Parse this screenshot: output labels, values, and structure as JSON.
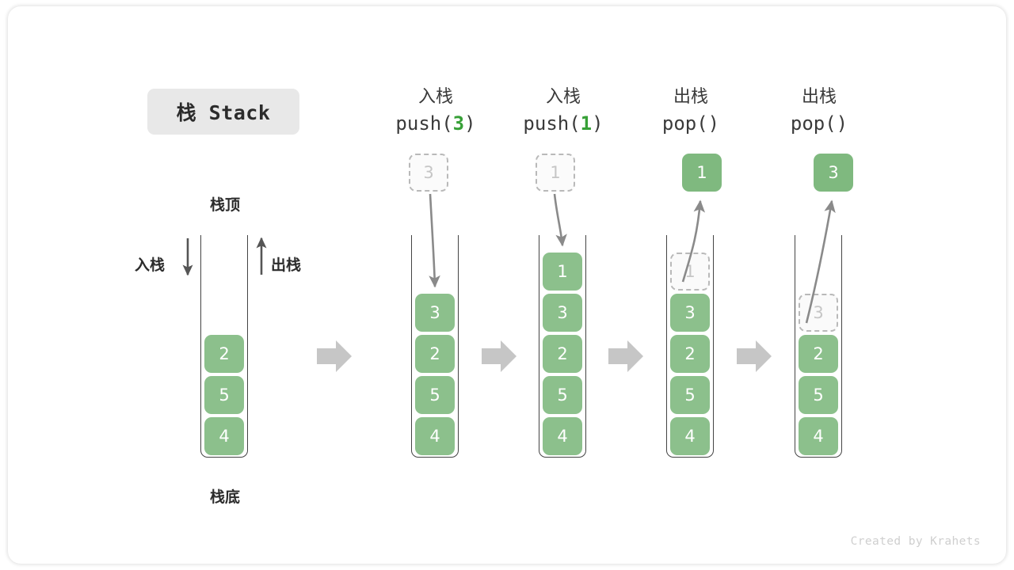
{
  "title": {
    "text": "栈 Stack"
  },
  "labels": {
    "top": "栈顶",
    "bottom": "栈底",
    "push_side": "入栈",
    "pop_side": "出栈"
  },
  "watermark": "Created by Krahets",
  "colors": {
    "cell_green": "#8cc08c",
    "float_green": "#7fb97f",
    "ghost_border": "#b9b9b9",
    "ghost_text": "#c6c6c6",
    "arrow_gray": "#8a8a8a",
    "step_arrow_gray": "#c6c6c6",
    "stack_border": "#444444",
    "text_dark": "#2b2b2b",
    "accent_green": "#37a037",
    "chip_bg": "#e8e8e8"
  },
  "columns": [
    {
      "id": "initial",
      "caption_cn": "",
      "caption_code": "",
      "code_prefix": "",
      "code_arg": "",
      "code_suffix": "",
      "cells": [
        {
          "value": "2",
          "state": "solid"
        },
        {
          "value": "5",
          "state": "solid"
        },
        {
          "value": "4",
          "state": "solid"
        }
      ],
      "float": null
    },
    {
      "id": "push-3",
      "caption_cn": "入栈",
      "code_prefix": "push(",
      "code_arg": "3",
      "code_suffix": ")",
      "cells": [
        {
          "value": "3",
          "state": "solid"
        },
        {
          "value": "2",
          "state": "solid"
        },
        {
          "value": "5",
          "state": "solid"
        },
        {
          "value": "4",
          "state": "solid"
        }
      ],
      "float": {
        "value": "3",
        "state": "ghost",
        "direction": "in"
      }
    },
    {
      "id": "push-1",
      "caption_cn": "入栈",
      "code_prefix": "push(",
      "code_arg": "1",
      "code_suffix": ")",
      "cells": [
        {
          "value": "1",
          "state": "solid"
        },
        {
          "value": "3",
          "state": "solid"
        },
        {
          "value": "2",
          "state": "solid"
        },
        {
          "value": "5",
          "state": "solid"
        },
        {
          "value": "4",
          "state": "solid"
        }
      ],
      "float": {
        "value": "1",
        "state": "ghost",
        "direction": "in"
      }
    },
    {
      "id": "pop-1",
      "caption_cn": "出栈",
      "code_prefix": "pop(",
      "code_arg": "",
      "code_suffix": ")",
      "cells": [
        {
          "value": "1",
          "state": "ghost"
        },
        {
          "value": "3",
          "state": "solid"
        },
        {
          "value": "2",
          "state": "solid"
        },
        {
          "value": "5",
          "state": "solid"
        },
        {
          "value": "4",
          "state": "solid"
        }
      ],
      "float": {
        "value": "1",
        "state": "solid",
        "direction": "out"
      }
    },
    {
      "id": "pop-2",
      "caption_cn": "出栈",
      "code_prefix": "pop(",
      "code_arg": "",
      "code_suffix": ")",
      "cells": [
        {
          "value": "3",
          "state": "ghost"
        },
        {
          "value": "2",
          "state": "solid"
        },
        {
          "value": "5",
          "state": "solid"
        },
        {
          "value": "4",
          "state": "solid"
        }
      ],
      "float": {
        "value": "3",
        "state": "solid",
        "direction": "out"
      }
    }
  ],
  "step_arrows": 4
}
